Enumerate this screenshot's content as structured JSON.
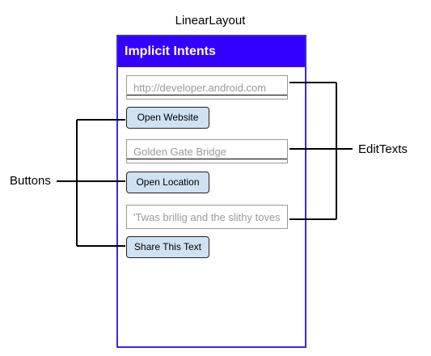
{
  "diagram": {
    "layout_label": "LinearLayout",
    "buttons_label": "Buttons",
    "edittexts_label": "EditTexts"
  },
  "app": {
    "title": "Implicit Intents",
    "edit_website_hint": "http://developer.android.com",
    "open_website_label": "Open Website",
    "edit_location_hint": "Golden Gate Bridge",
    "open_location_label": "Open Location",
    "edit_share_hint": "'Twas brillig and the slithy toves",
    "share_text_label": "Share This Text"
  },
  "colors": {
    "appbar": "#3300ff",
    "border": "#3a2bd9",
    "button_fill": "#cfe2f3",
    "hint_text": "#9a9a9a"
  }
}
